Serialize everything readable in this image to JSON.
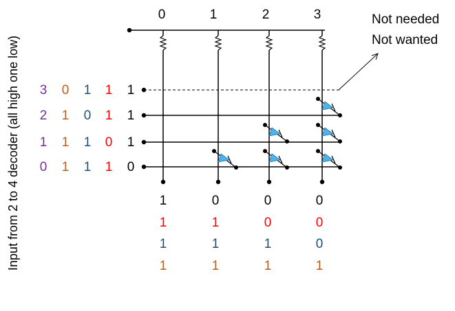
{
  "side_label": "Input from 2 to 4 decoder (all high one low)",
  "column_headers": [
    "0",
    "1",
    "2",
    "3"
  ],
  "note": {
    "line1": "Not needed",
    "line2": "Not wanted"
  },
  "rows": [
    {
      "index": "3",
      "bits": [
        "0",
        "1",
        "1"
      ],
      "line": "1"
    },
    {
      "index": "2",
      "bits": [
        "1",
        "0",
        "1"
      ],
      "line": "1"
    },
    {
      "index": "1",
      "bits": [
        "1",
        "1",
        "0"
      ],
      "line": "1"
    },
    {
      "index": "0",
      "bits": [
        "1",
        "1",
        "1"
      ],
      "line": "0"
    }
  ],
  "outputs": [
    [
      "1",
      "0",
      "0",
      "0"
    ],
    [
      "1",
      "1",
      "0",
      "0"
    ],
    [
      "1",
      "1",
      "1",
      "0"
    ],
    [
      "1",
      "1",
      "1",
      "1"
    ]
  ],
  "colors": {
    "purple": "#7030A0",
    "orange": "#C55A11",
    "teal": "#1F4E79",
    "red": "#FF0000",
    "black": "#000000",
    "diode_fill": "#4FB3E8",
    "diode_stroke": "#1F6FA8"
  }
}
